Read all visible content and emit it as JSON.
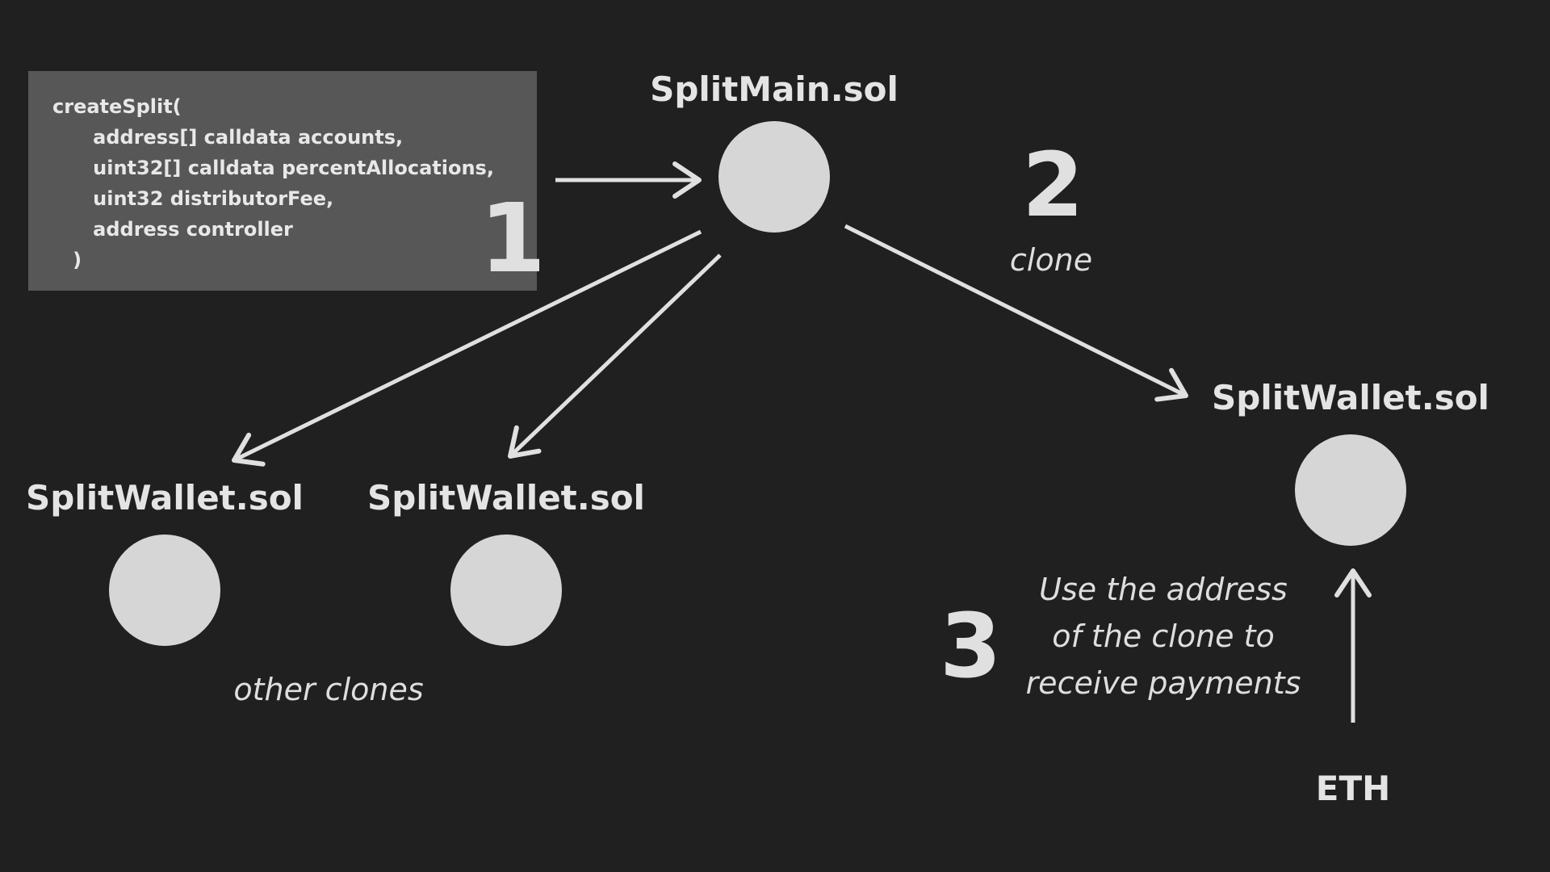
{
  "code_box": {
    "text": "createSplit(\n      address[] calldata accounts,\n      uint32[] calldata percentAllocations,\n      uint32 distributorFee,\n      address controller\n   )"
  },
  "steps": {
    "one": "1",
    "two": "2",
    "three": "3"
  },
  "nodes": {
    "split_main": "SplitMain.sol",
    "wallet_left": "SplitWallet.sol",
    "wallet_middle": "SplitWallet.sol",
    "wallet_right": "SplitWallet.sol"
  },
  "annotations": {
    "clone": "clone",
    "other_clones": "other clones",
    "use_address": [
      "Use the address",
      "of the clone to",
      "receive payments"
    ],
    "eth": "ETH"
  },
  "colors": {
    "background": "#202020",
    "code_box": "#575757",
    "node": "#d6d6d6",
    "arrow": "#e0e0e0",
    "text": "#e4e4e4"
  }
}
